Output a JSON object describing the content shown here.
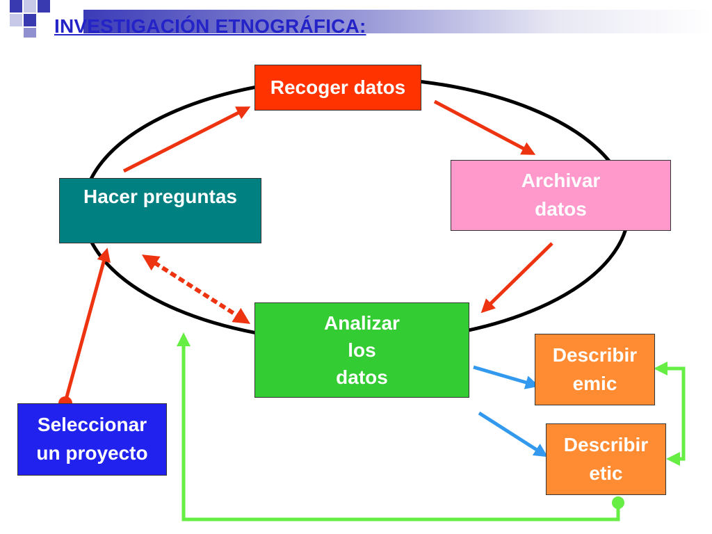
{
  "title": "INVESTIGACIÓN ETNOGRÁFICA:",
  "colors": {
    "title": "#2323c8",
    "red_arrow": "#ee3311",
    "blue_arrow": "#3399ee",
    "green_arrow": "#66ee44",
    "ellipse": "#000000"
  },
  "nodes": {
    "recoger": {
      "label": "Recoger datos",
      "color": "#ff3300"
    },
    "archivar": {
      "label": "Archivar\ndatos",
      "color": "#ff99cc"
    },
    "hacer": {
      "label": "Hacer preguntas",
      "color": "#008080"
    },
    "analizar": {
      "label": "Analizar\nlos\ndatos",
      "color": "#33cc33"
    },
    "emic": {
      "label": "Describir\nemic",
      "color": "#ff8c33"
    },
    "etic": {
      "label": "Describir\netic",
      "color": "#ff8c33"
    },
    "seleccionar": {
      "label": "Seleccionar\nun proyecto",
      "color": "#2222ee"
    }
  }
}
